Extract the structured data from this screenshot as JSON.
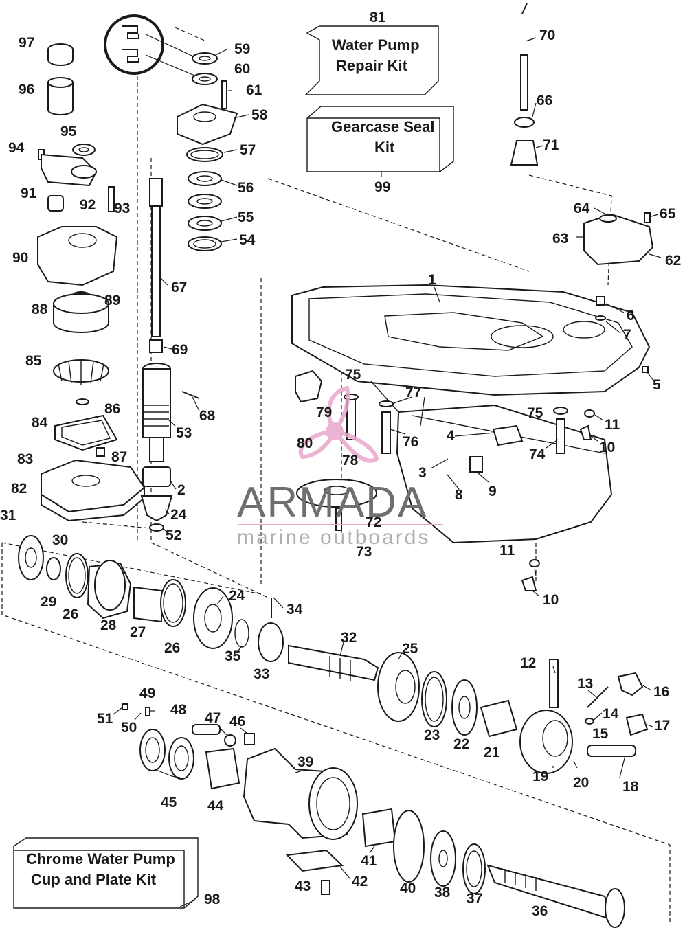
{
  "kits": {
    "water_pump": {
      "line1": "Water Pump",
      "line2": "Repair Kit",
      "ref": "81"
    },
    "gearcase_seal": {
      "line1": "Gearcase Seal",
      "line2": "Kit",
      "ref": "99"
    },
    "chrome_cup": {
      "line1": "Chrome Water Pump",
      "line2": "Cup and Plate Kit",
      "ref": "98"
    }
  },
  "watermark": {
    "brand": "ARMADA",
    "tagline": "marine outboards",
    "logo_color": "#e8a6cd",
    "text_color": "#6f6f6f"
  },
  "part_numbers": [
    "97",
    "96",
    "95",
    "94",
    "91",
    "92",
    "93",
    "90",
    "89",
    "88",
    "85",
    "86",
    "84",
    "87",
    "83",
    "82",
    "59",
    "60",
    "61",
    "58",
    "57",
    "56",
    "55",
    "54",
    "67",
    "69",
    "68",
    "53",
    "2",
    "24",
    "52",
    "81",
    "99",
    "70",
    "66",
    "71",
    "64",
    "65",
    "63",
    "62",
    "1",
    "6",
    "7",
    "5",
    "75",
    "79",
    "80",
    "78",
    "77",
    "76",
    "4",
    "74",
    "75",
    "11",
    "10",
    "3",
    "8",
    "9",
    "72",
    "73",
    "11",
    "10",
    "31",
    "30",
    "29",
    "26",
    "28",
    "27",
    "26",
    "24",
    "34",
    "35",
    "33",
    "32",
    "25",
    "23",
    "22",
    "21",
    "12",
    "13",
    "16",
    "14",
    "15",
    "17",
    "19",
    "20",
    "18",
    "49",
    "51",
    "50",
    "48",
    "47",
    "46",
    "45",
    "44",
    "39",
    "41",
    "40",
    "38",
    "37",
    "36",
    "42",
    "43",
    "98"
  ]
}
